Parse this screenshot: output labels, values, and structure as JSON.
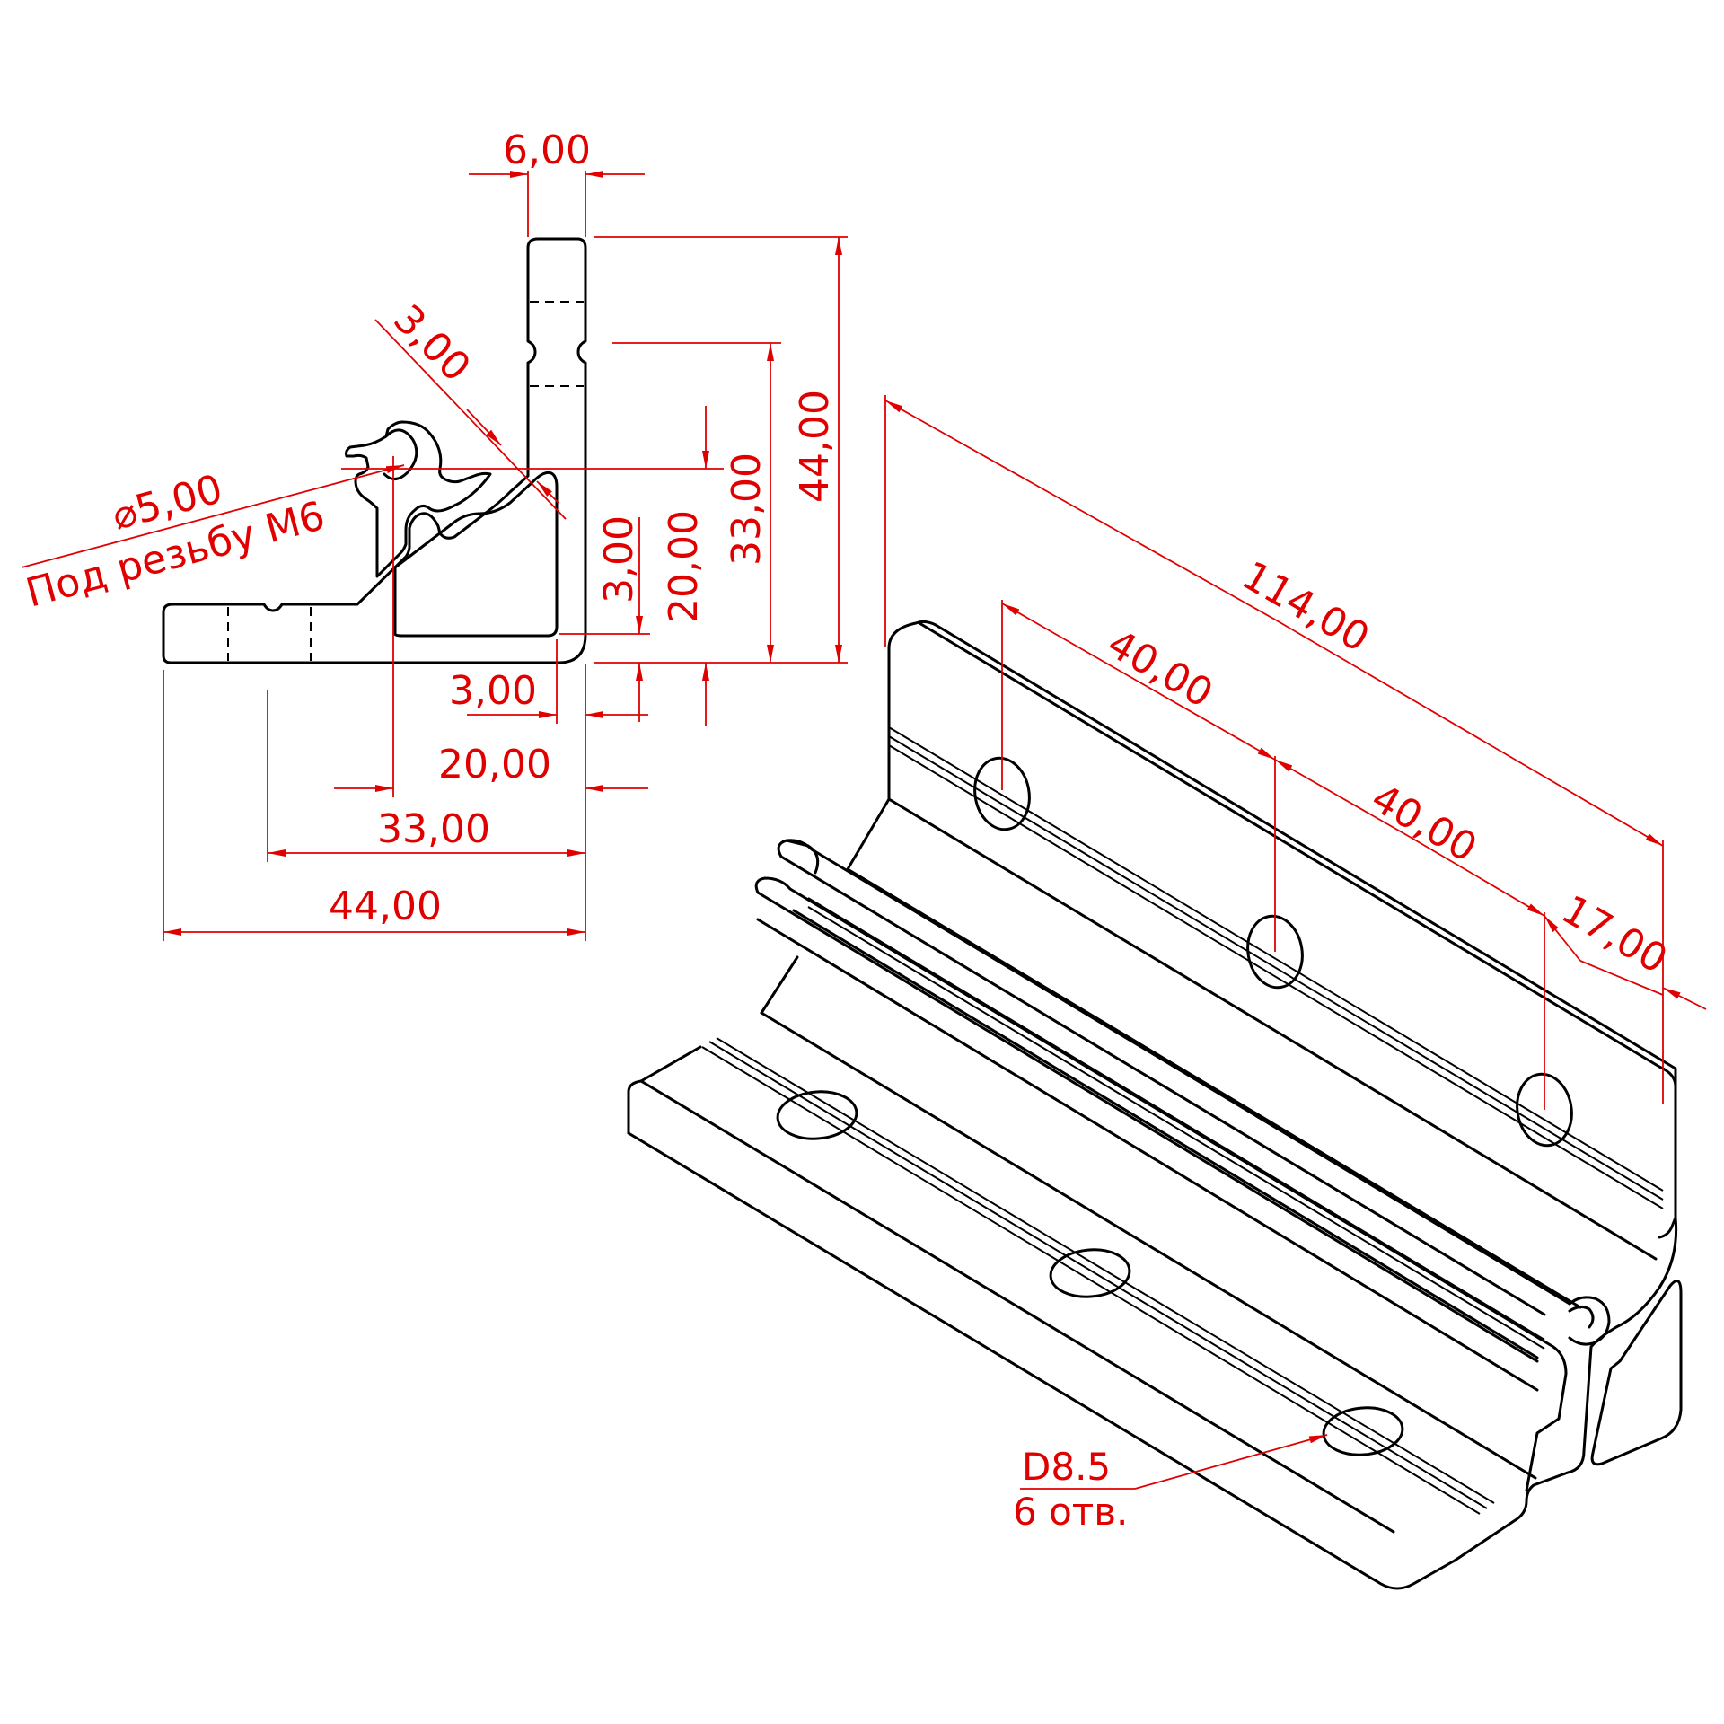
{
  "colors": {
    "dimension": "#e00000",
    "outline": "#000000",
    "background": "#ffffff"
  },
  "section_view": {
    "dims": {
      "wall_thickness": "6,00",
      "groove_chamfer": "3,00",
      "hole_diameter": "5,00",
      "hole_note": "Под резьбу М6",
      "height_total": "44,00",
      "height_inner": "33,00",
      "height_hole_axis": "20,00",
      "height_small": "3,00",
      "width_small": "3,00",
      "width_hole_axis": "20,00",
      "width_inner": "33,00",
      "width_total": "44,00"
    },
    "diameter_symbol": "⌀"
  },
  "iso_view": {
    "dims": {
      "length_total": "114,00",
      "pitch_1": "40,00",
      "pitch_2": "40,00",
      "end_offset": "17,00"
    },
    "hole_note": {
      "line1": "D8.5",
      "line2": "6 отв."
    }
  }
}
